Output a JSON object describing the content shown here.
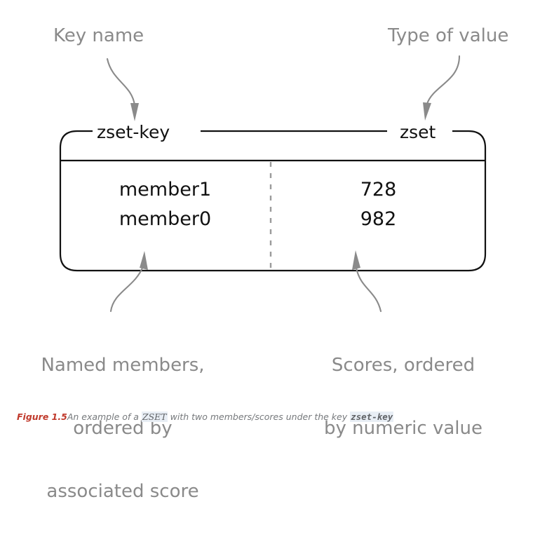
{
  "figure": {
    "annotations": {
      "key_name": "Key name",
      "type_of_value": "Type of value",
      "members_caption_line1": "Named members,",
      "members_caption_line2": "ordered by",
      "members_caption_line3": "associated score",
      "scores_caption_line1": "Scores, ordered",
      "scores_caption_line2": "by numeric value"
    },
    "box": {
      "key_label": "zset-key",
      "type_label": "zset",
      "rows": [
        {
          "member": "member1",
          "score": "728"
        },
        {
          "member": "member0",
          "score": "982"
        }
      ]
    },
    "caption": {
      "number": "Figure 1.5",
      "text_before_term": "An example of a ",
      "term": "ZSET",
      "text_middle": " with two members/scores under the key ",
      "key": "zset-key"
    },
    "colors": {
      "annotation_gray": "#8a8a8a",
      "box_black": "#111111",
      "divider_gray": "#9b9b9b",
      "caption_gray": "#76797c",
      "figure_number_red": "#c0392b",
      "term_highlight": "#e8eef5",
      "background": "#ffffff"
    }
  }
}
